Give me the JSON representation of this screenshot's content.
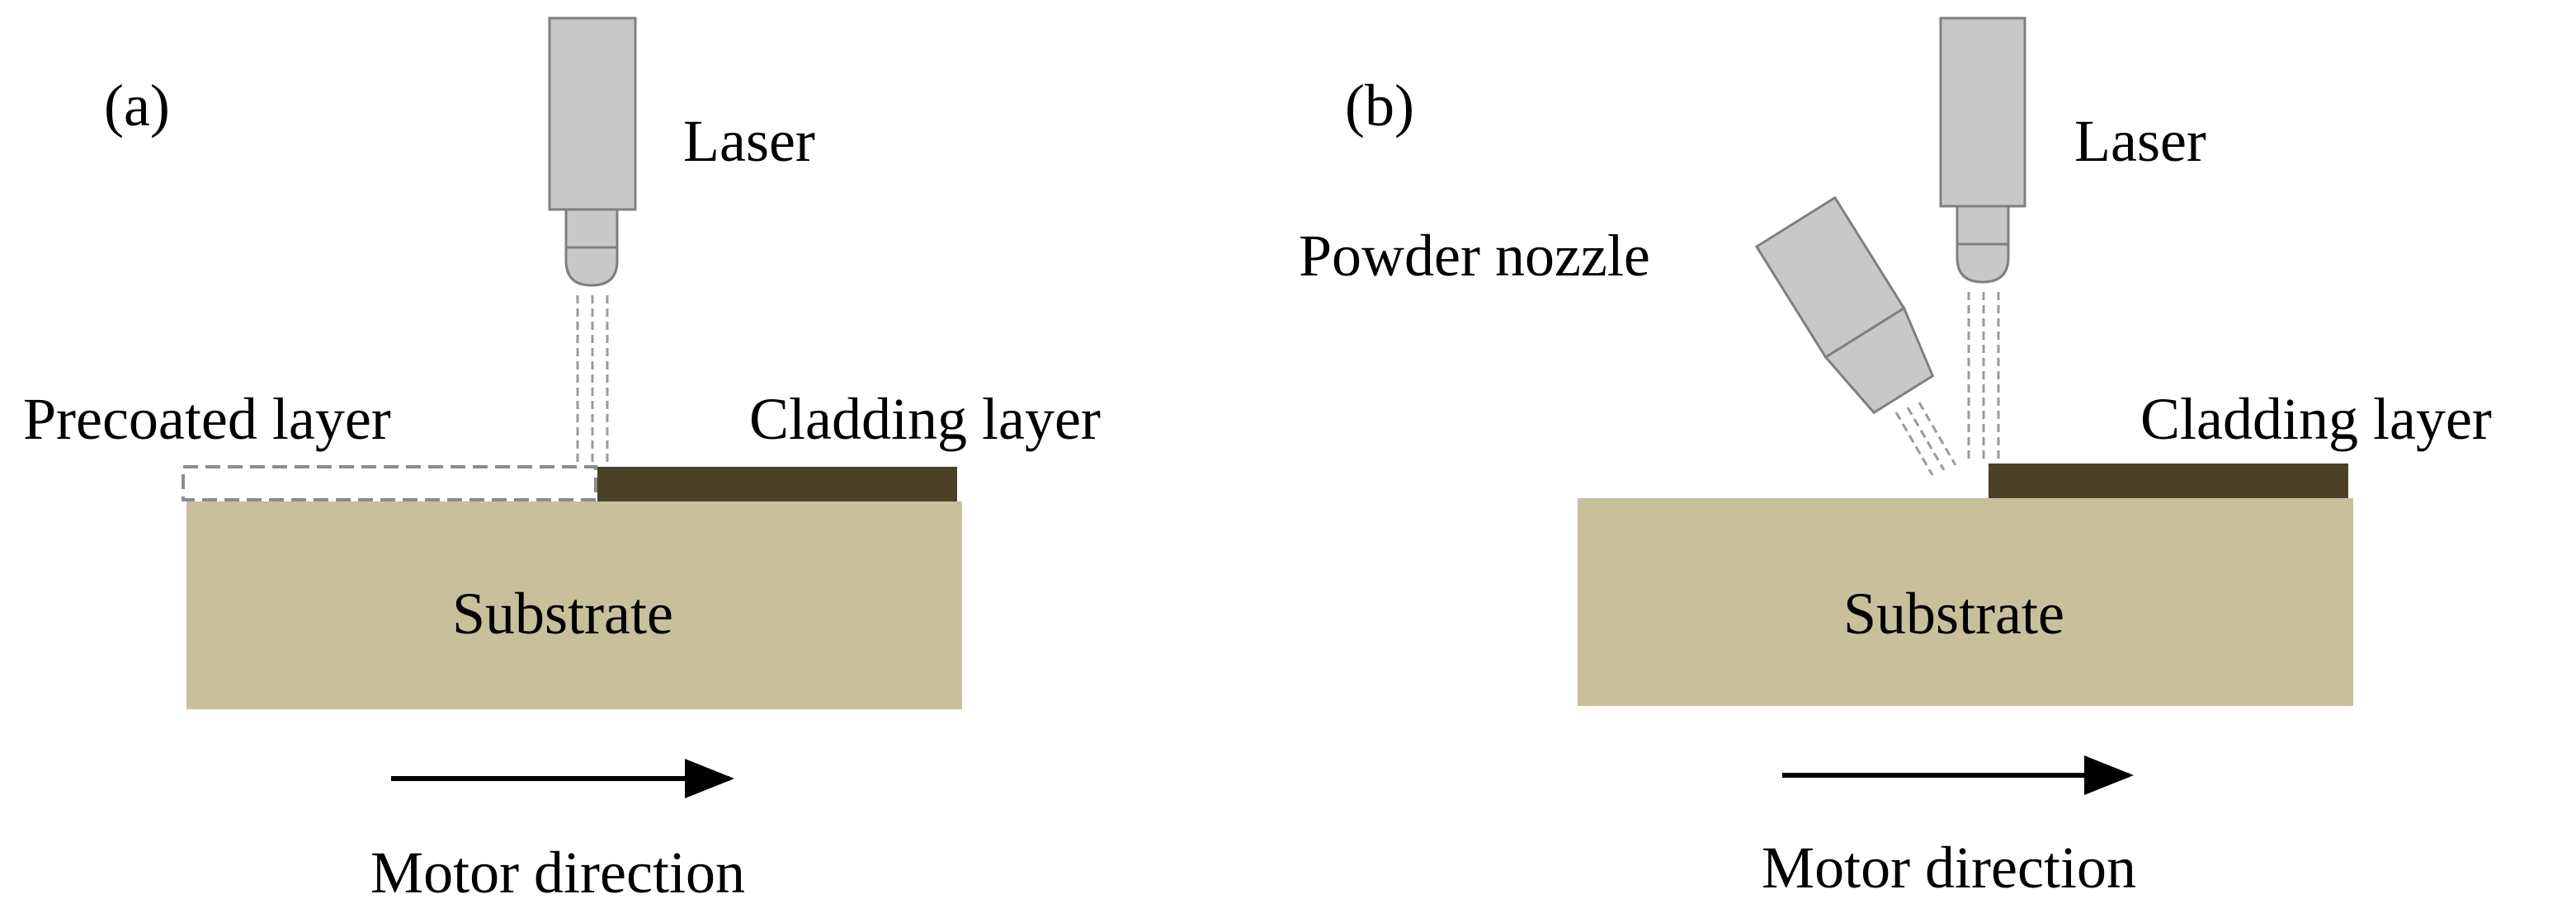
{
  "panel_a": {
    "label": "(a)",
    "laser_label": "Laser",
    "precoated_label": "Precoated layer",
    "cladding_label": "Cladding layer",
    "substrate_label": "Substrate",
    "motor_label": "Motor direction"
  },
  "panel_b": {
    "label": "(b)",
    "laser_label": "Laser",
    "nozzle_label": "Powder nozzle",
    "cladding_label": "Cladding layer",
    "substrate_label": "Substrate",
    "motor_label": "Motor direction"
  },
  "colors": {
    "substrate": "#c9bf9b",
    "cladding": "#4a4127",
    "laser_body": "#c8c8c8",
    "laser_stroke": "#7f7f7f",
    "beam": "#9a9a9a",
    "precoat_outline": "#8c8c8c",
    "arrow": "#000000"
  }
}
